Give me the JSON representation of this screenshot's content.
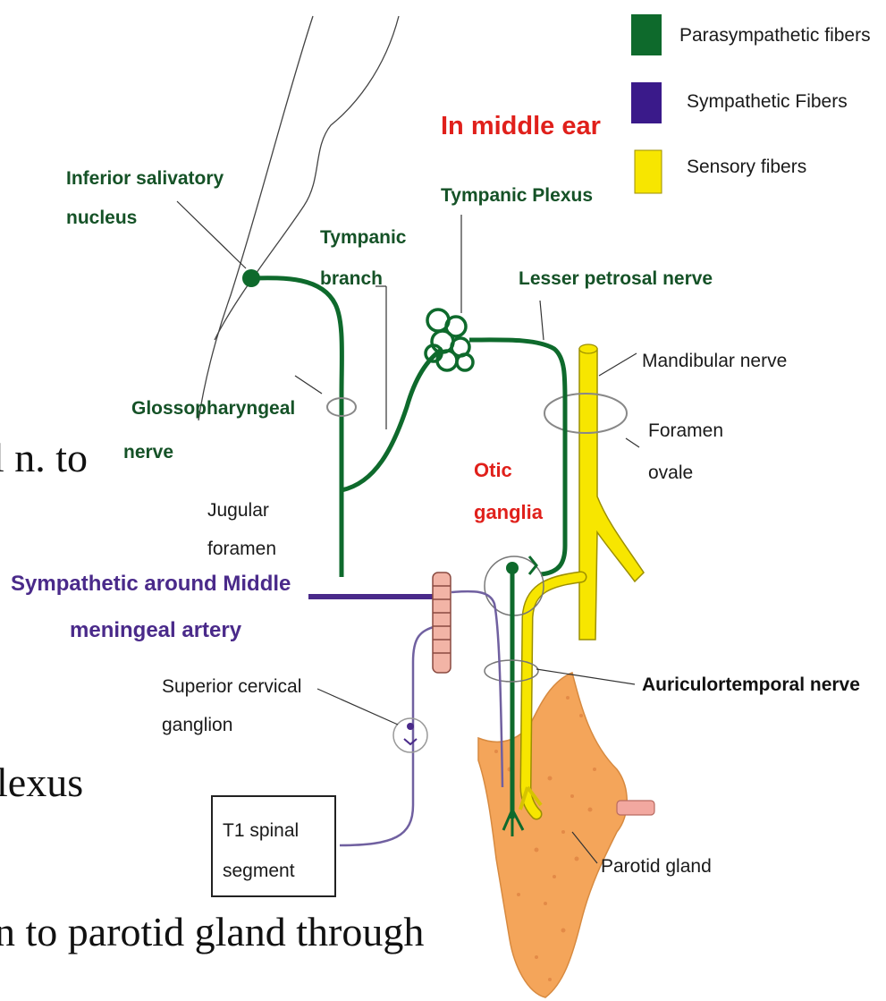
{
  "legend": {
    "items": [
      {
        "label": "Parasympathetic fibers",
        "color": "#0e6a2c"
      },
      {
        "label": "Sympathetic Fibers",
        "color": "#3a1a8a"
      },
      {
        "label": "Sensory  fibers",
        "color": "#f7e600"
      }
    ]
  },
  "labels": {
    "in_middle_ear": "In middle ear",
    "inferior_salivatory_1": "Inferior salivatory",
    "inferior_salivatory_2": "nucleus",
    "tympanic_plexus": "Tympanic Plexus",
    "tympanic_branch_1": "Tympanic",
    "tympanic_branch_2": "branch",
    "lesser_petrosal": "Lesser petrosal nerve",
    "mandibular": "Mandibular nerve",
    "glosso_1": "Glossopharyngeal",
    "glosso_2": "nerve",
    "foramen_ovale_1": "Foramen",
    "foramen_ovale_2": "ovale",
    "otic_1": "Otic",
    "otic_2": "ganglia",
    "jugular_1": "Jugular",
    "jugular_2": "foramen",
    "sympathetic_1": "Sympathetic around Middle",
    "sympathetic_2": "meningeal artery",
    "superior_cervical_1": "Superior cervical",
    "superior_cervical_2": "ganglion",
    "auriculotemporal": "Auriculortemporal nerve",
    "t1_1": "T1  spinal",
    "t1_2": "segment",
    "parotid": "Parotid gland"
  },
  "background_text": {
    "line1": "l n. to",
    "line2": "lexus",
    "line3": "n to parotid gland through"
  }
}
